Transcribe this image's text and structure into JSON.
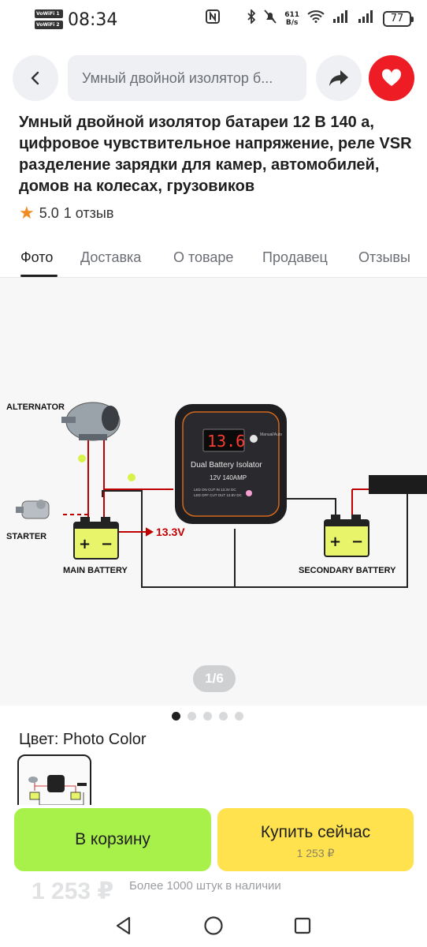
{
  "status_bar": {
    "time": "08:34",
    "wifi_labels": [
      "VoWiFi 1",
      "VoWiFi 2"
    ],
    "net_speed_value": "611",
    "net_speed_unit": "B/s",
    "battery": "77"
  },
  "top_bar": {
    "search_text": "Умный двойной изолятор б...",
    "fav_color": "#ee1c24"
  },
  "product": {
    "title": "Умный двойной изолятор батареи 12 В 140 а, цифровое чувствительное напряжение, реле VSR разделение зарядки для камер, автомобилей, домов на колесах, грузовиков",
    "rating": "5.0",
    "reviews": "1 отзыв"
  },
  "tabs": [
    "Фото",
    "Доставка",
    "О товаре",
    "Продавец",
    "Отзывы"
  ],
  "gallery": {
    "counter": "1/6",
    "dot_count": 5,
    "active_dot": 0,
    "diagram": {
      "alternator": "ALTERNATOR",
      "starter": "STARTER",
      "main_battery": "MAIN BATTERY",
      "secondary_battery": "SECONDARY BATTERY",
      "voltage_arrow": "13.3V",
      "display": "13.6",
      "device_name": "Dual Battery Isolator",
      "device_spec": "12V 140AMP",
      "manual_auto": "Manual/Auto",
      "led_line1": "LED ON CUT IN 13.3V DC",
      "led_line2": "LED OFF CUT OUT 12.8V DC",
      "plus": "+",
      "minus": "−"
    }
  },
  "color": {
    "label": "Цвет: Photo Color"
  },
  "actions": {
    "cart_label": "В корзину",
    "buy_label": "Купить сейчас",
    "buy_price": "1 253 ₽",
    "cart_color": "#a8f04a",
    "buy_color": "#ffe24d"
  },
  "footer": {
    "price_faded": "1 253 ₽",
    "stock": "Более 1000 штук в наличии"
  }
}
